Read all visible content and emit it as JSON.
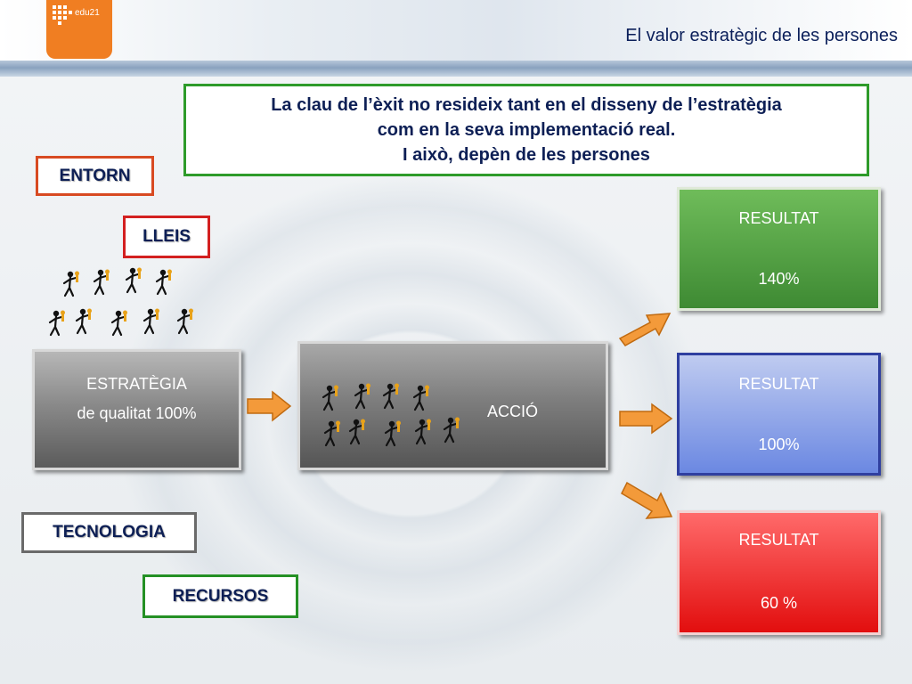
{
  "header": {
    "logo_text": "edu21",
    "title": "El valor estratègic de les persones"
  },
  "quote": {
    "line1": "La clau de l’èxit no resideix tant en el disseny de l’estratègia",
    "line2": "com en la seva implementació real.",
    "line3": "I això, depèn de les persones"
  },
  "tags": {
    "entorn": "ENTORN",
    "lleis": "LLEIS",
    "tecnologia": "TECNOLOGIA",
    "recursos": "RECURSOS"
  },
  "strategy": {
    "line1": "ESTRATÈGIA",
    "line2": "de qualitat 100%"
  },
  "action": {
    "label": "ACCIÓ"
  },
  "results": [
    {
      "label": "RESULTAT",
      "value": "140%"
    },
    {
      "label": "RESULTAT",
      "value": "100%"
    },
    {
      "label": "RESULTAT",
      "value": "60 %"
    }
  ],
  "colors": {
    "accent_orange": "#f07e22",
    "title_blue": "#0b1f5a",
    "green": "#2e9b2a",
    "red": "#d32020"
  },
  "icons": [
    "key-people-icon",
    "arrow-right-icon"
  ]
}
